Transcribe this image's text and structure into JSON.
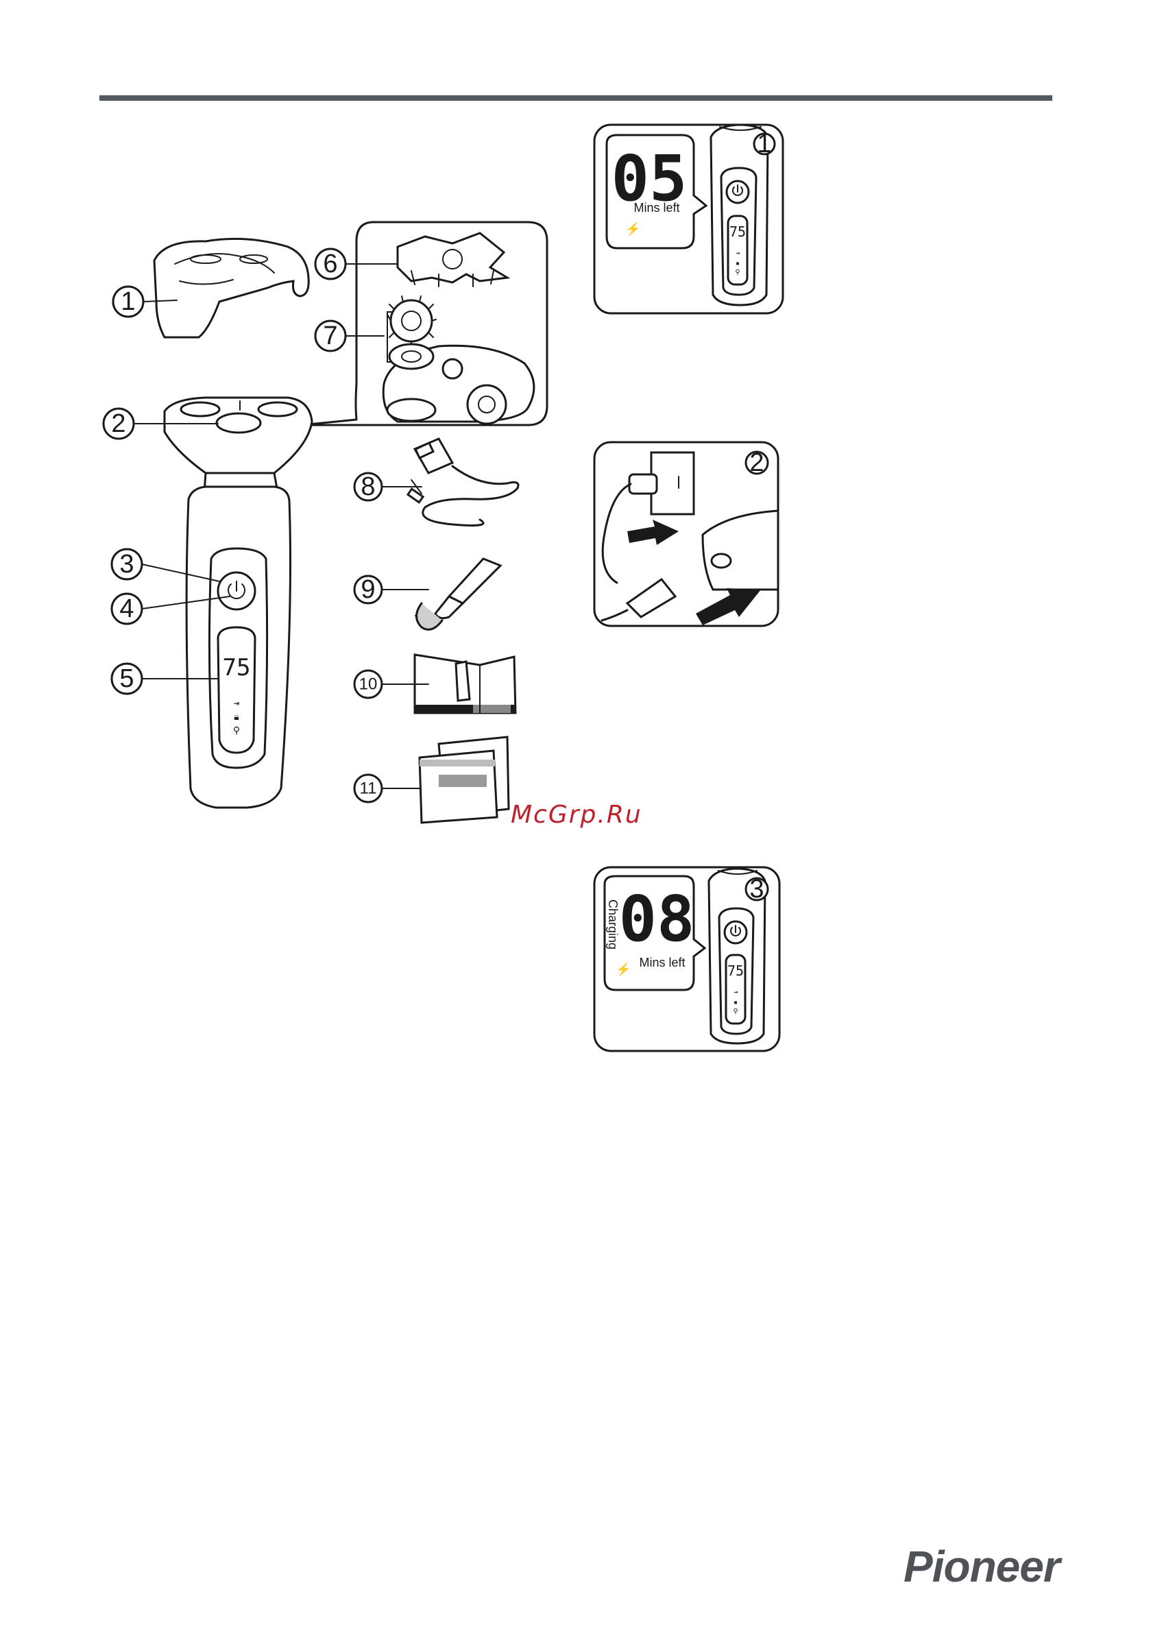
{
  "callouts": {
    "c1": "1",
    "c2": "2",
    "c3": "3",
    "c4": "4",
    "c5": "5",
    "c6": "6",
    "c7": "7",
    "c8": "8",
    "c9": "9",
    "c10": "10",
    "c11": "11"
  },
  "device": {
    "display_value": "75"
  },
  "panels": {
    "p1": {
      "index": "1",
      "big_digits": "05",
      "label": "Mins left",
      "small_display": "75"
    },
    "p2": {
      "index": "2",
      "arrow1": "1",
      "arrow2": "2"
    },
    "p3": {
      "index": "3",
      "big_digits": "08",
      "label": "Mins left",
      "side_label": "Charging",
      "small_display": "75"
    }
  },
  "watermark": "McGrp.Ru",
  "footer": {
    "brand": "Pioneer"
  },
  "colors": {
    "rule": "#555a60",
    "watermark": "#c0202a",
    "brand": "#4f5358"
  }
}
